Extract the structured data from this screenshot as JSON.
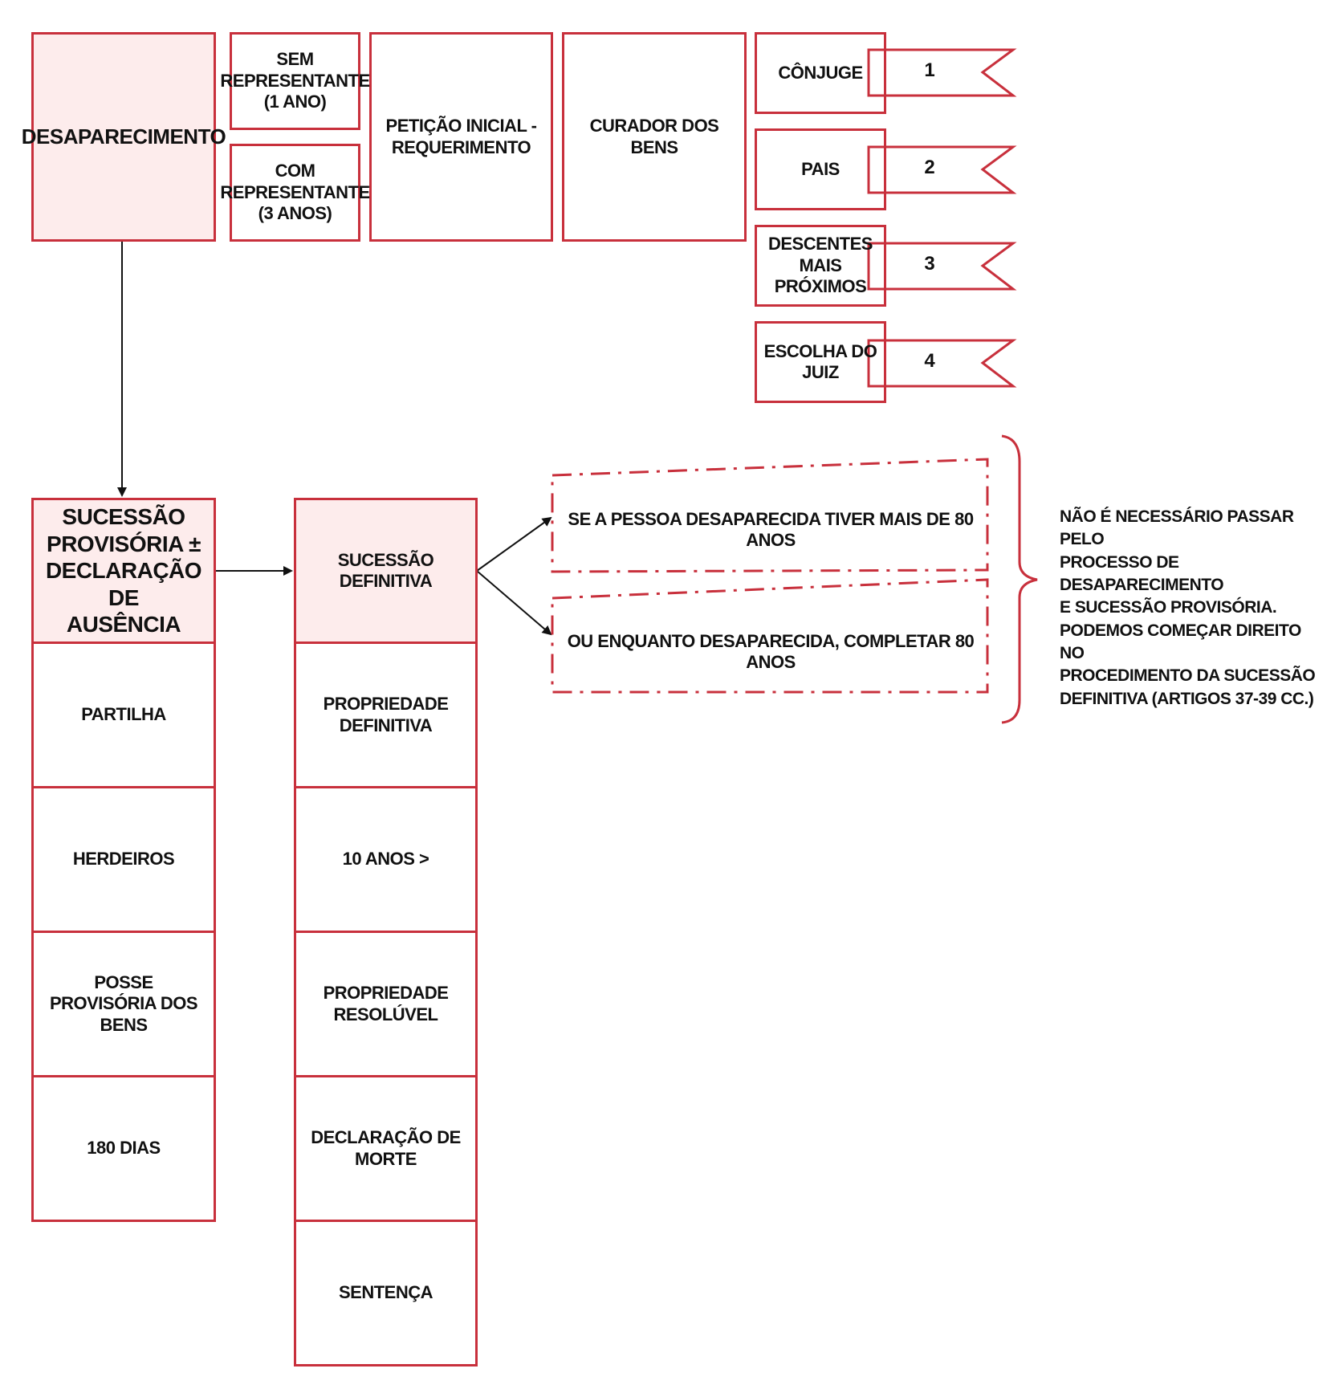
{
  "top": {
    "desaparecimento": "DESAPARECIMENTO",
    "sem_representante": "SEM\nREPRESENTANTE\n(1 ANO)",
    "com_representante": "COM\nREPRESENTANTE\n(3 ANOS)",
    "peticao": "PETIÇÃO INICIAL -\nREQUERIMENTO",
    "curador": "CURADOR DOS BENS"
  },
  "curator_order": [
    {
      "label": "CÔNJUGE",
      "rank": "1"
    },
    {
      "label": "PAIS",
      "rank": "2"
    },
    {
      "label": "DESCENTES\nMAIS\nPRÓXIMOS",
      "rank": "3"
    },
    {
      "label": "ESCOLHA DO\nJUIZ",
      "rank": "4"
    }
  ],
  "provisoria": {
    "header": "SUCESSÃO\nPROVISÓRIA ±\nDECLARAÇÃO DE\nAUSÊNCIA",
    "items": [
      "PARTILHA",
      "HERDEIROS",
      "POSSE PROVISÓRIA DOS\nBENS",
      "180 DIAS"
    ]
  },
  "definitiva": {
    "header": "SUCESSÃO DEFINITIVA",
    "items": [
      "PROPRIEDADE\nDEFINITIVA",
      "10 ANOS >",
      "PROPRIEDADE\nRESOLÚVEL",
      "DECLARAÇÃO DE MORTE",
      "SENTENÇA"
    ]
  },
  "conditions": [
    "SE A PESSOA DESAPARECIDA TIVER MAIS DE 80 ANOS",
    "OU ENQUANTO DESAPARECIDA, COMPLETAR 80 ANOS"
  ],
  "note": "NÃO É NECESSÁRIO PASSAR PELO\nPROCESSO DE DESAPARECIMENTO\nE SUCESSÃO PROVISÓRIA.\nPODEMOS COMEÇAR DIREITO NO\nPROCEDIMENTO DA SUCESSÃO\nDEFINITIVA (ARTIGOS 37-39 CC.)",
  "colors": {
    "accent": "#c8303c",
    "fill": "#fdecec",
    "line": "#2a2a2a"
  }
}
